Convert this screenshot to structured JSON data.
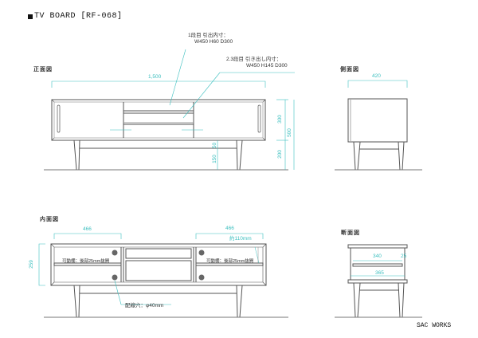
{
  "header": {
    "title": "TV BOARD [RF-068]",
    "bullet_icon": "black-square"
  },
  "views": {
    "front": {
      "label": "正面図"
    },
    "side": {
      "label": "側面図"
    },
    "interior": {
      "label": "内面図"
    },
    "section": {
      "label": "断面図"
    }
  },
  "notes": {
    "drawer1_title": "1段目 引出内寸：",
    "drawer1_dims": "W450 H60 D300",
    "drawer23_title": "2.3段目 引き出し内寸：",
    "drawer23_dims": "W450 H145 D300",
    "shelf_left": "可動棚：後部25mm抜開",
    "shelf_right": "可動棚：後部25mm抜開",
    "cable_hole": "配線穴：φ40mm",
    "approx_110": "約110mm"
  },
  "dimensions": {
    "front_width": "1,500",
    "front_body_height": "300",
    "front_leg_height": "200",
    "front_total_height": "500",
    "front_gap_50": "50",
    "front_gap_150": "150",
    "side_depth": "420",
    "interior_left_width": "466",
    "interior_right_width": "466",
    "interior_height": "259",
    "section_shelf_depth": "340",
    "section_offset": "25",
    "section_inner_depth": "365"
  },
  "footer": {
    "brand": "SAC WORKS"
  },
  "colors": {
    "line": "#555555",
    "dimension": "#3bbfbf",
    "hole": "#666666"
  }
}
